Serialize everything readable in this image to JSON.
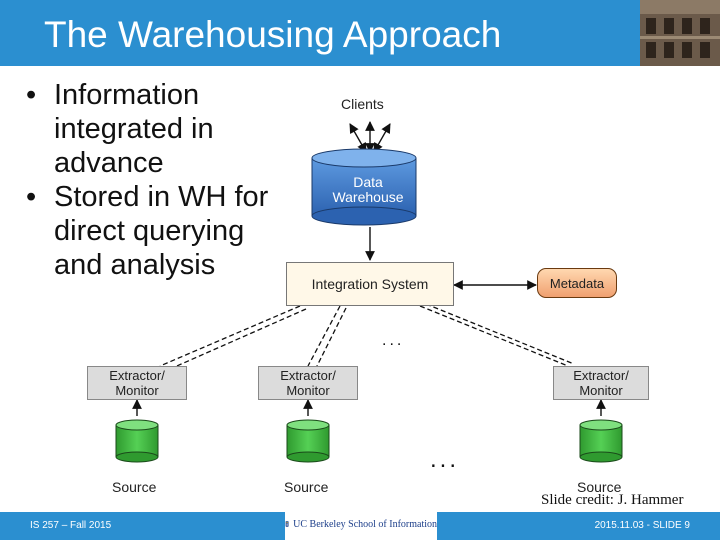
{
  "slide": {
    "title": "The Warehousing Approach",
    "bullets": [
      "Information integrated in advance",
      "Stored in WH for direct querying and analysis"
    ]
  },
  "diagram": {
    "clients": "Clients",
    "warehouse": "Data Warehouse",
    "integration_system": "Integration System",
    "metadata": "Metadata",
    "ellipsis": "...",
    "extractors": [
      "Extractor/ Monitor",
      "Extractor/ Monitor",
      "Extractor/ Monitor"
    ],
    "sources": [
      "Source",
      "Source",
      "Source"
    ]
  },
  "footer": {
    "course": "IS 257 – Fall 2015",
    "slide_number": "2015.11.03 - SLIDE 9",
    "logo_text": "UC Berkeley School of Information",
    "credit": "Slide credit: J. Hammer"
  },
  "colors": {
    "theme_blue": "#2b8fd0",
    "warehouse_blue": "#3d78c4",
    "source_green": "#3fb53f",
    "metadata_orange": "#f0a070"
  }
}
